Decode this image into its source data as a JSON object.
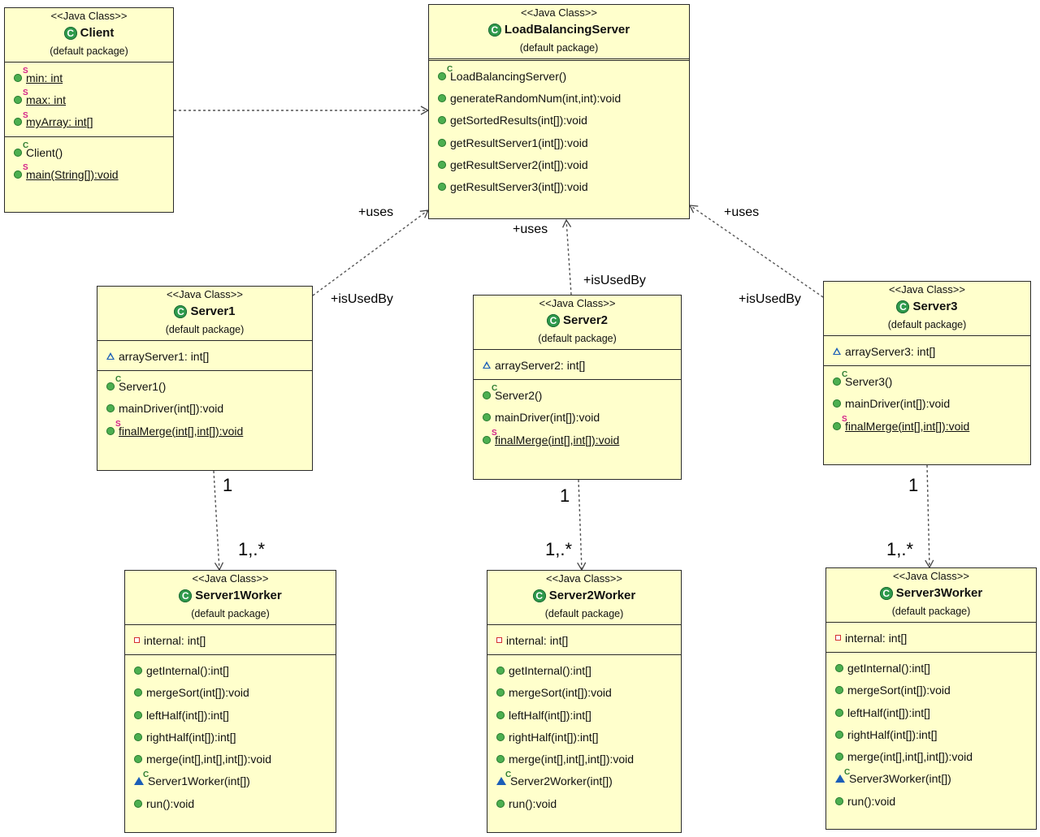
{
  "classes": {
    "client": {
      "stereotype": "<<Java Class>>",
      "name": "Client",
      "package": "(default package)",
      "fields": [
        {
          "text": "min: int",
          "kind": "dot",
          "sup": "S",
          "underline": true
        },
        {
          "text": "max: int",
          "kind": "dot",
          "sup": "S",
          "underline": true
        },
        {
          "text": "myArray: int[]",
          "kind": "dot",
          "sup": "S",
          "underline": true
        }
      ],
      "methods": [
        {
          "text": "Client()",
          "kind": "dot",
          "sup": "C",
          "underline": false
        },
        {
          "text": "main(String[]):void",
          "kind": "dot",
          "sup": "S",
          "underline": true
        }
      ]
    },
    "lbs": {
      "stereotype": "<<Java Class>>",
      "name": "LoadBalancingServer",
      "package": "(default package)",
      "methods": [
        {
          "text": "LoadBalancingServer()",
          "kind": "dot",
          "sup": "C",
          "underline": false
        },
        {
          "text": "generateRandomNum(int,int):void",
          "kind": "dot",
          "sup": "",
          "underline": false
        },
        {
          "text": "getSortedResults(int[]):void",
          "kind": "dot",
          "sup": "",
          "underline": false
        },
        {
          "text": "getResultServer1(int[]):void",
          "kind": "dot",
          "sup": "",
          "underline": false
        },
        {
          "text": "getResultServer2(int[]):void",
          "kind": "dot",
          "sup": "",
          "underline": false
        },
        {
          "text": "getResultServer3(int[]):void",
          "kind": "dot",
          "sup": "",
          "underline": false
        }
      ]
    },
    "server1": {
      "stereotype": "<<Java Class>>",
      "name": "Server1",
      "package": "(default package)",
      "fields": [
        {
          "text": "arrayServer1: int[]",
          "kind": "tri-open",
          "sup": "",
          "underline": false
        }
      ],
      "methods": [
        {
          "text": "Server1()",
          "kind": "dot",
          "sup": "C",
          "underline": false
        },
        {
          "text": "mainDriver(int[]):void",
          "kind": "dot",
          "sup": "",
          "underline": false
        },
        {
          "text": "finalMerge(int[],int[]):void",
          "kind": "dot",
          "sup": "S",
          "underline": true
        }
      ]
    },
    "server2": {
      "stereotype": "<<Java Class>>",
      "name": "Server2",
      "package": "(default package)",
      "fields": [
        {
          "text": "arrayServer2: int[]",
          "kind": "tri-open",
          "sup": "",
          "underline": false
        }
      ],
      "methods": [
        {
          "text": "Server2()",
          "kind": "dot",
          "sup": "C",
          "underline": false
        },
        {
          "text": "mainDriver(int[]):void",
          "kind": "dot",
          "sup": "",
          "underline": false
        },
        {
          "text": "finalMerge(int[],int[]):void",
          "kind": "dot",
          "sup": "S",
          "underline": true
        }
      ]
    },
    "server3": {
      "stereotype": "<<Java Class>>",
      "name": "Server3",
      "package": "(default package)",
      "fields": [
        {
          "text": "arrayServer3: int[]",
          "kind": "tri-open",
          "sup": "",
          "underline": false
        }
      ],
      "methods": [
        {
          "text": "Server3()",
          "kind": "dot",
          "sup": "C",
          "underline": false
        },
        {
          "text": "mainDriver(int[]):void",
          "kind": "dot",
          "sup": "",
          "underline": false
        },
        {
          "text": "finalMerge(int[],int[]):void",
          "kind": "dot",
          "sup": "S",
          "underline": true
        }
      ]
    },
    "worker1": {
      "stereotype": "<<Java Class>>",
      "name": "Server1Worker",
      "package": "(default package)",
      "fields": [
        {
          "text": "internal: int[]",
          "kind": "sq-red",
          "sup": "",
          "underline": false
        }
      ],
      "methods": [
        {
          "text": "getInternal():int[]",
          "kind": "dot",
          "sup": "",
          "underline": false
        },
        {
          "text": "mergeSort(int[]):void",
          "kind": "dot",
          "sup": "",
          "underline": false
        },
        {
          "text": "leftHalf(int[]):int[]",
          "kind": "dot",
          "sup": "",
          "underline": false
        },
        {
          "text": "rightHalf(int[]):int[]",
          "kind": "dot",
          "sup": "",
          "underline": false
        },
        {
          "text": "merge(int[],int[],int[]):void",
          "kind": "dot",
          "sup": "",
          "underline": false
        },
        {
          "text": "Server1Worker(int[])",
          "kind": "tri-fill",
          "sup": "C",
          "underline": false
        },
        {
          "text": "run():void",
          "kind": "dot",
          "sup": "",
          "underline": false
        }
      ]
    },
    "worker2": {
      "stereotype": "<<Java Class>>",
      "name": "Server2Worker",
      "package": "(default package)",
      "fields": [
        {
          "text": "internal: int[]",
          "kind": "sq-red",
          "sup": "",
          "underline": false
        }
      ],
      "methods": [
        {
          "text": "getInternal():int[]",
          "kind": "dot",
          "sup": "",
          "underline": false
        },
        {
          "text": "mergeSort(int[]):void",
          "kind": "dot",
          "sup": "",
          "underline": false
        },
        {
          "text": "leftHalf(int[]):int[]",
          "kind": "dot",
          "sup": "",
          "underline": false
        },
        {
          "text": "rightHalf(int[]):int[]",
          "kind": "dot",
          "sup": "",
          "underline": false
        },
        {
          "text": "merge(int[],int[],int[]):void",
          "kind": "dot",
          "sup": "",
          "underline": false
        },
        {
          "text": "Server2Worker(int[])",
          "kind": "tri-fill",
          "sup": "C",
          "underline": false
        },
        {
          "text": "run():void",
          "kind": "dot",
          "sup": "",
          "underline": false
        }
      ]
    },
    "worker3": {
      "stereotype": "<<Java Class>>",
      "name": "Server3Worker",
      "package": "(default package)",
      "fields": [
        {
          "text": "internal: int[]",
          "kind": "sq-red",
          "sup": "",
          "underline": false
        }
      ],
      "methods": [
        {
          "text": "getInternal():int[]",
          "kind": "dot",
          "sup": "",
          "underline": false
        },
        {
          "text": "mergeSort(int[]):void",
          "kind": "dot",
          "sup": "",
          "underline": false
        },
        {
          "text": "leftHalf(int[]):int[]",
          "kind": "dot",
          "sup": "",
          "underline": false
        },
        {
          "text": "rightHalf(int[]):int[]",
          "kind": "dot",
          "sup": "",
          "underline": false
        },
        {
          "text": "merge(int[],int[],int[]):void",
          "kind": "dot",
          "sup": "",
          "underline": false
        },
        {
          "text": "Server3Worker(int[])",
          "kind": "tri-fill",
          "sup": "C",
          "underline": false
        },
        {
          "text": "run():void",
          "kind": "dot",
          "sup": "",
          "underline": false
        }
      ]
    }
  },
  "labels": {
    "uses": "+uses",
    "is_used_by": "+isUsedBy",
    "mult_one": "1",
    "mult_many": "1,.*"
  },
  "colors": {
    "class_fill": "#ffffcc",
    "border": "#2a2a2a",
    "class_icon": "#2f9a4c",
    "static_marker": "#d4228a",
    "package_marker": "#1b5eb8",
    "private_marker": "#d32f2f"
  }
}
